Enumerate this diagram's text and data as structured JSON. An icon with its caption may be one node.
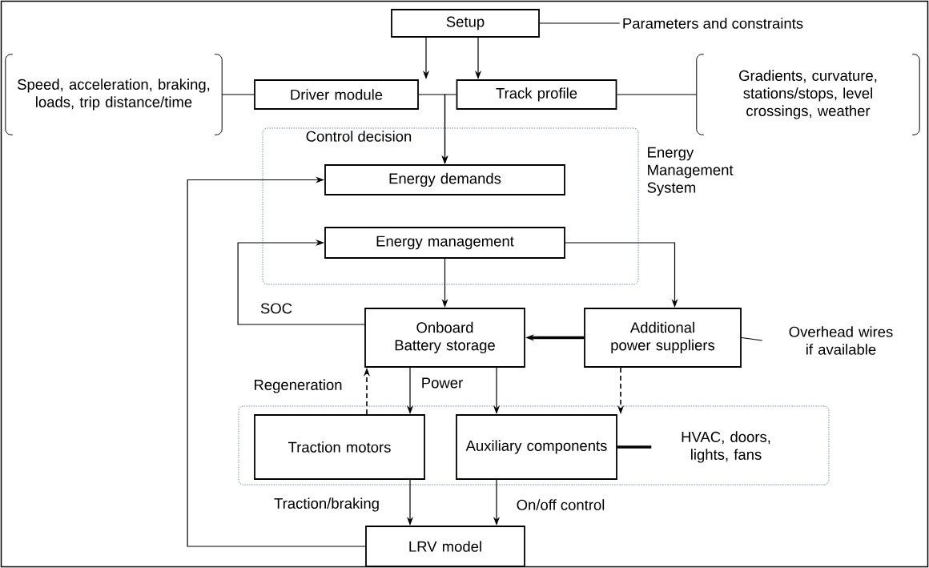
{
  "diagram": {
    "nodes": [
      {
        "text": [
          "Setup"
        ]
      },
      {
        "text": [
          "Parameters and constraints"
        ]
      },
      {
        "text": [
          "Speed, acceleration, braking, loads, trip distance/time"
        ]
      },
      {
        "text": [
          "Driver module"
        ]
      },
      {
        "text": [
          "Track profile"
        ]
      },
      {
        "text": [
          "Gradients, curvature, stations/stops, level crossings, weather"
        ]
      },
      {
        "text": [
          "Energy Management System"
        ]
      },
      {
        "text": [
          "Energy demands"
        ],
        "in": 6
      },
      {
        "text": [
          "Energy management"
        ],
        "in": 6
      },
      {
        "text": [
          "Onboard Battery storage"
        ]
      },
      {
        "text": [
          "Additional power suppliers"
        ]
      },
      {
        "text": [
          "Overhead wires if available"
        ]
      },
      {
        "text": [],
        "shape": "box"
      },
      {
        "text": [
          "Traction motors"
        ],
        "in": 12
      },
      {
        "text": [
          "Auxiliary components"
        ],
        "in": 12
      },
      {
        "text": [
          "HVAC, doors, lights, fans"
        ],
        "in": 12
      },
      {
        "text": [
          "LRV model"
        ]
      }
    ],
    "edges": [
      {
        "from": 0,
        "to": 3,
        "arrow": "to"
      },
      {
        "from": 0,
        "to": 4,
        "arrow": "to"
      },
      {
        "from": 0,
        "to": 1,
        "arrow": "none"
      },
      {
        "from": 2,
        "to": 3,
        "arrow": "none"
      },
      {
        "from": 4,
        "to": 5,
        "arrow": "none"
      },
      {
        "from": 3,
        "to": 7,
        "arrow": "to",
        "label": "Control decision"
      },
      {
        "from": 4,
        "to": 7,
        "arrow": "to"
      },
      {
        "from": 16,
        "to": 7,
        "arrow": "to"
      },
      {
        "from": 9,
        "to": 8,
        "arrow": "to",
        "label": "SOC"
      },
      {
        "from": 8,
        "to": 9,
        "arrow": "to"
      },
      {
        "from": 8,
        "to": 10,
        "arrow": "to"
      },
      {
        "from": 10,
        "to": 9,
        "arrow": "to",
        "style": "thick"
      },
      {
        "from": 10,
        "to": 11,
        "arrow": "none"
      },
      {
        "from": 13,
        "to": 9,
        "arrow": "to",
        "style": "dashed",
        "label": "Regeneration"
      },
      {
        "from": 9,
        "to": 13,
        "arrow": "to",
        "label": "Power"
      },
      {
        "from": 9,
        "to": 14,
        "arrow": "to"
      },
      {
        "from": 10,
        "to": 14,
        "arrow": "to",
        "style": "dashed"
      },
      {
        "from": 14,
        "to": 15,
        "arrow": "none",
        "style": "thick"
      },
      {
        "from": 13,
        "to": 16,
        "arrow": "to",
        "label": "Traction/braking"
      },
      {
        "from": 14,
        "to": 16,
        "arrow": "to",
        "label": "On/off control"
      }
    ]
  }
}
